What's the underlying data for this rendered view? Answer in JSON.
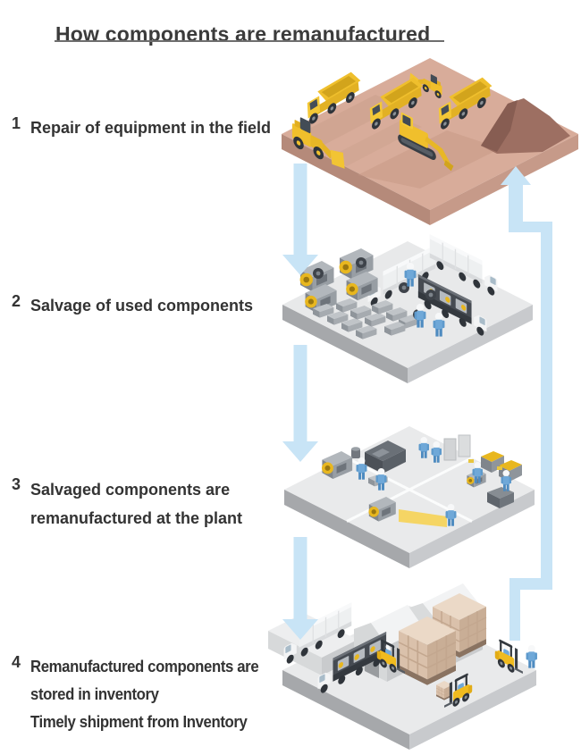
{
  "title": "How components are remanufactured",
  "steps": [
    {
      "number": "1",
      "lines": [
        "Repair of equipment in the field"
      ],
      "scene": "repair-field"
    },
    {
      "number": "2",
      "lines": [
        "Salvage of used components"
      ],
      "scene": "salvage-components"
    },
    {
      "number": "3",
      "lines": [
        "Salvaged components are",
        "remanufactured at the plant"
      ],
      "scene": "remanufacture-plant"
    },
    {
      "number": "4",
      "lines": [
        "Remanufactured components are",
        "stored in inventory",
        "Timely shipment from Inventory"
      ],
      "scene": "inventory-warehouse"
    }
  ],
  "flow": {
    "down_arrow_icon": "down-arrow-icon",
    "return_arrow_icon": "up-return-arrow-icon",
    "down_arrow_count": 3,
    "arrow_color": "#C8E4F6"
  },
  "colors": {
    "background": "#FFFFFF",
    "title_text": "#3B3B3B",
    "label_text": "#333333",
    "field_ground": "#D8AC9A",
    "dirt_pile": "#9D6F62",
    "platform_gray": "#E9EAEB",
    "equipment_yellow": "#F0BF2C",
    "worker_blue": "#6FA8D8",
    "crate_tan": "#DCC3AE"
  }
}
